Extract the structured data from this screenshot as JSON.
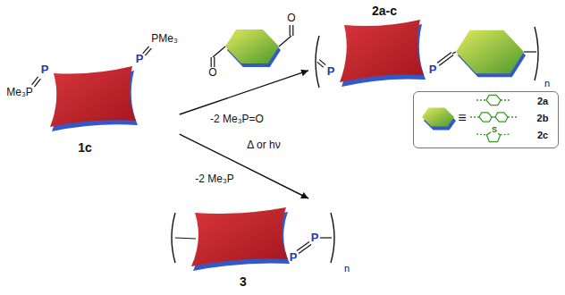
{
  "diagram": {
    "nodes": [
      {
        "text": [
          "1c",
          "Me₃P",
          "P",
          "P",
          "PMe₃"
        ]
      },
      {
        "text": [
          "2a-c",
          "P",
          "P",
          "n"
        ]
      },
      {
        "text": [
          "≡",
          "2a",
          "2b",
          "2c",
          "S"
        ]
      },
      {
        "text": [
          "3",
          "P",
          "P",
          "n"
        ]
      }
    ],
    "edges": [
      {
        "from": 0,
        "to": 1,
        "arrow": "to",
        "label": "-2 Me₃P=O"
      },
      {
        "from": 0,
        "to": 3,
        "arrow": "to",
        "label": "Δ or hν"
      }
    ],
    "labels": [
      "O",
      "O",
      "-2 Me₃P"
    ]
  }
}
